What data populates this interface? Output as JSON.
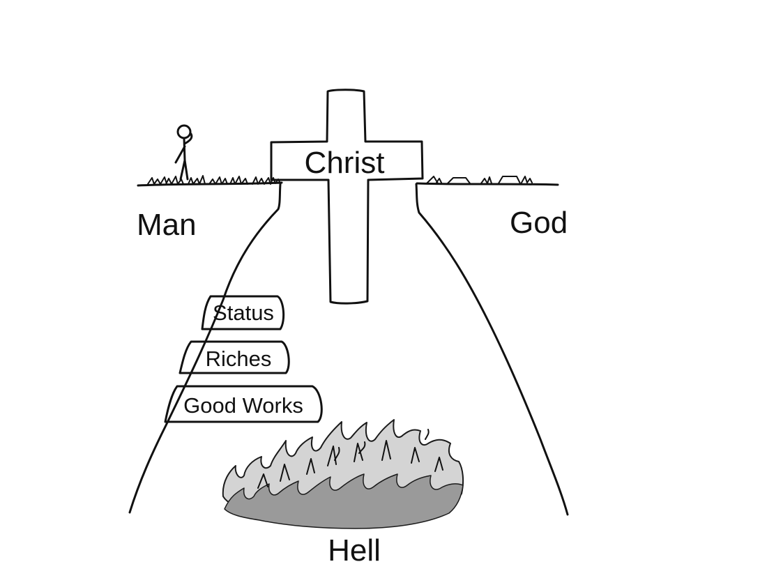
{
  "labels": {
    "man": "Man",
    "god": "God",
    "christ": "Christ",
    "hell": "Hell"
  },
  "steps": [
    {
      "label": "Status"
    },
    {
      "label": "Riches"
    },
    {
      "label": "Good Works"
    }
  ],
  "colors": {
    "ink": "#111111",
    "background": "#ffffff",
    "flame_fill": "#d4d4d4"
  }
}
